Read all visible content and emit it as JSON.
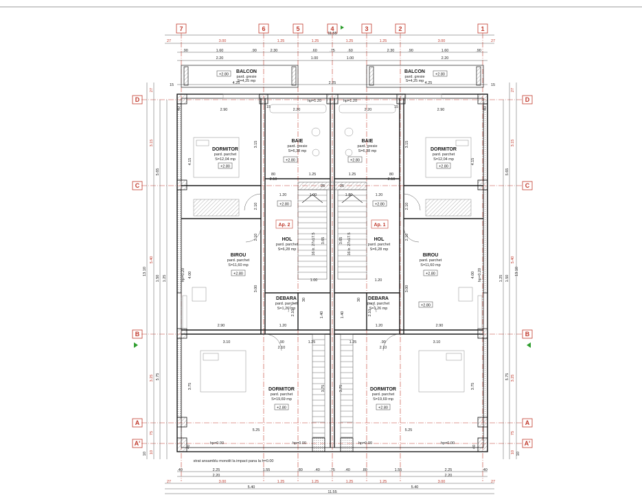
{
  "grid": {
    "vertical": [
      "7",
      "6",
      "5",
      "4",
      "3",
      "2",
      "1"
    ],
    "horizontal": [
      "D",
      "C",
      "B",
      "A",
      "A'"
    ]
  },
  "apartments": [
    "Ap. 2",
    "Ap. 1"
  ],
  "rooms": {
    "balcon": {
      "name": "BALCON",
      "finish": "pard. gresie",
      "area": "S=4,25 mp",
      "level": "+2.80"
    },
    "dormitor_top": {
      "name": "DORMITOR",
      "finish": "pard. parchet",
      "area": "S=12,04 mp",
      "level": "+2.80"
    },
    "baie": {
      "name": "BAIE",
      "finish": "pard. gresie",
      "area": "S=6,38 mp",
      "level": "+2.80"
    },
    "hol": {
      "name": "HOL",
      "finish": "pard. parchet",
      "area": "S=6,28 mp",
      "level": "+2.80"
    },
    "birou": {
      "name": "BIROU",
      "finish": "pard. parchet",
      "area": "S=11,60 mp",
      "level": "+2.80"
    },
    "debara": {
      "name": "DEBARA",
      "finish": "pard. parchet",
      "area": "S=1,26 mp",
      "level": "+2.80"
    },
    "dormitor_bottom": {
      "name": "DORMITOR",
      "finish": "pard. parchet",
      "area": "S=19,69 mp",
      "level": "+2.80"
    }
  },
  "stairs": {
    "label": "16 tr. 27x17.5"
  },
  "levels": {
    "hp_top": "hp=1.20",
    "hp_side": "hp=0.20",
    "hp_zero": "hp=0.00"
  },
  "note": "strat ansamblu monolit la impact pana la h=0.00",
  "dims_top": {
    "overall": "11.55",
    "grid": [
      "27",
      "3.00",
      "1.25",
      "1.25",
      "1.25",
      "1.25",
      "3.00",
      "27"
    ],
    "row2": [
      ".90",
      "1.60",
      ".90",
      "2.30",
      ".60",
      ".75",
      ".60",
      "2.30",
      ".90",
      "1.60",
      ".90"
    ],
    "row2b": [
      "2.20",
      "1.00",
      "1.00",
      "2.20"
    ],
    "balcony": [
      "4.25",
      "2.25",
      "4.25"
    ]
  },
  "dims_bottom": {
    "row1": [
      ".40",
      "2.25",
      "1.55",
      ".80",
      ".40",
      ".75",
      ".40",
      ".80",
      "1.55",
      "2.25",
      ".40"
    ],
    "row1b": [
      "2.20",
      "2.20"
    ],
    "grid": [
      "27",
      "3.00",
      "1.25",
      "1.25",
      "1.25",
      "1.25",
      "3.00",
      "27"
    ],
    "row3": [
      "5.40",
      "5.40"
    ],
    "overall": "11.55"
  },
  "dims_side": {
    "overall": "13.10",
    "grid": [
      "27",
      "3.15",
      "5.40",
      "3.25",
      "75",
      "10"
    ],
    "left": [
      "5.65",
      "1.50",
      "1.25",
      "5.75"
    ],
    "misc": [
      "15",
      "40",
      "10"
    ]
  },
  "dims_interior": {
    "w290": "2.90",
    "w310": "3.10",
    "w525": "5.25",
    "w220": "2.20",
    "h415": "4.15",
    "h315": "3.15",
    "h400": "4.00",
    "h300": "3.00",
    "h375": "3.75",
    "h365": "3.65",
    "d120": "1.20",
    "d100": "1.00",
    "d180": "1.80",
    "d125": "1.25",
    "d210": "2.10",
    "d80": "80",
    "d90": ".90",
    "d15": "15",
    "d25": "25",
    "d40": "40",
    "d30": "30",
    "d140": "1.40",
    "d525": "5.25"
  },
  "colors": {
    "axis": "#c0392b",
    "wall": "#1a1a1a",
    "hatch": "#888888",
    "line": "#444444",
    "marker": "#2e9e2e"
  }
}
